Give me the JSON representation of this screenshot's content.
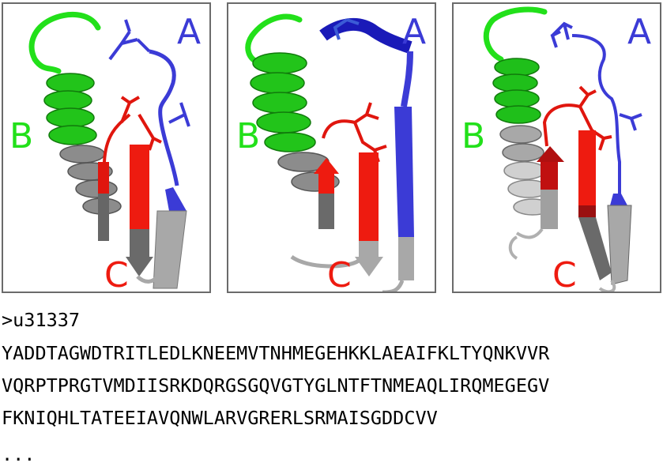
{
  "colors": {
    "A": "#3b3bd6",
    "B": "#22e01a",
    "C": "#ee1b10",
    "frame": "#6b6b6b",
    "gray": "#8a8a8a"
  },
  "panels": [
    {
      "labels": {
        "a": "A",
        "b": "B",
        "c": "C"
      }
    },
    {
      "labels": {
        "a": "A",
        "b": "B",
        "c": "C"
      }
    },
    {
      "labels": {
        "a": "A",
        "b": "B",
        "c": "C"
      }
    }
  ],
  "sequence": {
    "header": ">u31337",
    "lines": [
      "YADDTAGWDTRITLEDLKNEEMVTNHMEGEHKKLAEAIFKLTYQNKVVR",
      "VQRPTPRGTVMDIISRKDQRGSGQVGTYGLNTFTNMEAQLIRQMEGEGV",
      "FKNIQHLTATEEIAVQNWLARVGRERLSRMAISGDDCVV"
    ],
    "ellipsis": "..."
  }
}
